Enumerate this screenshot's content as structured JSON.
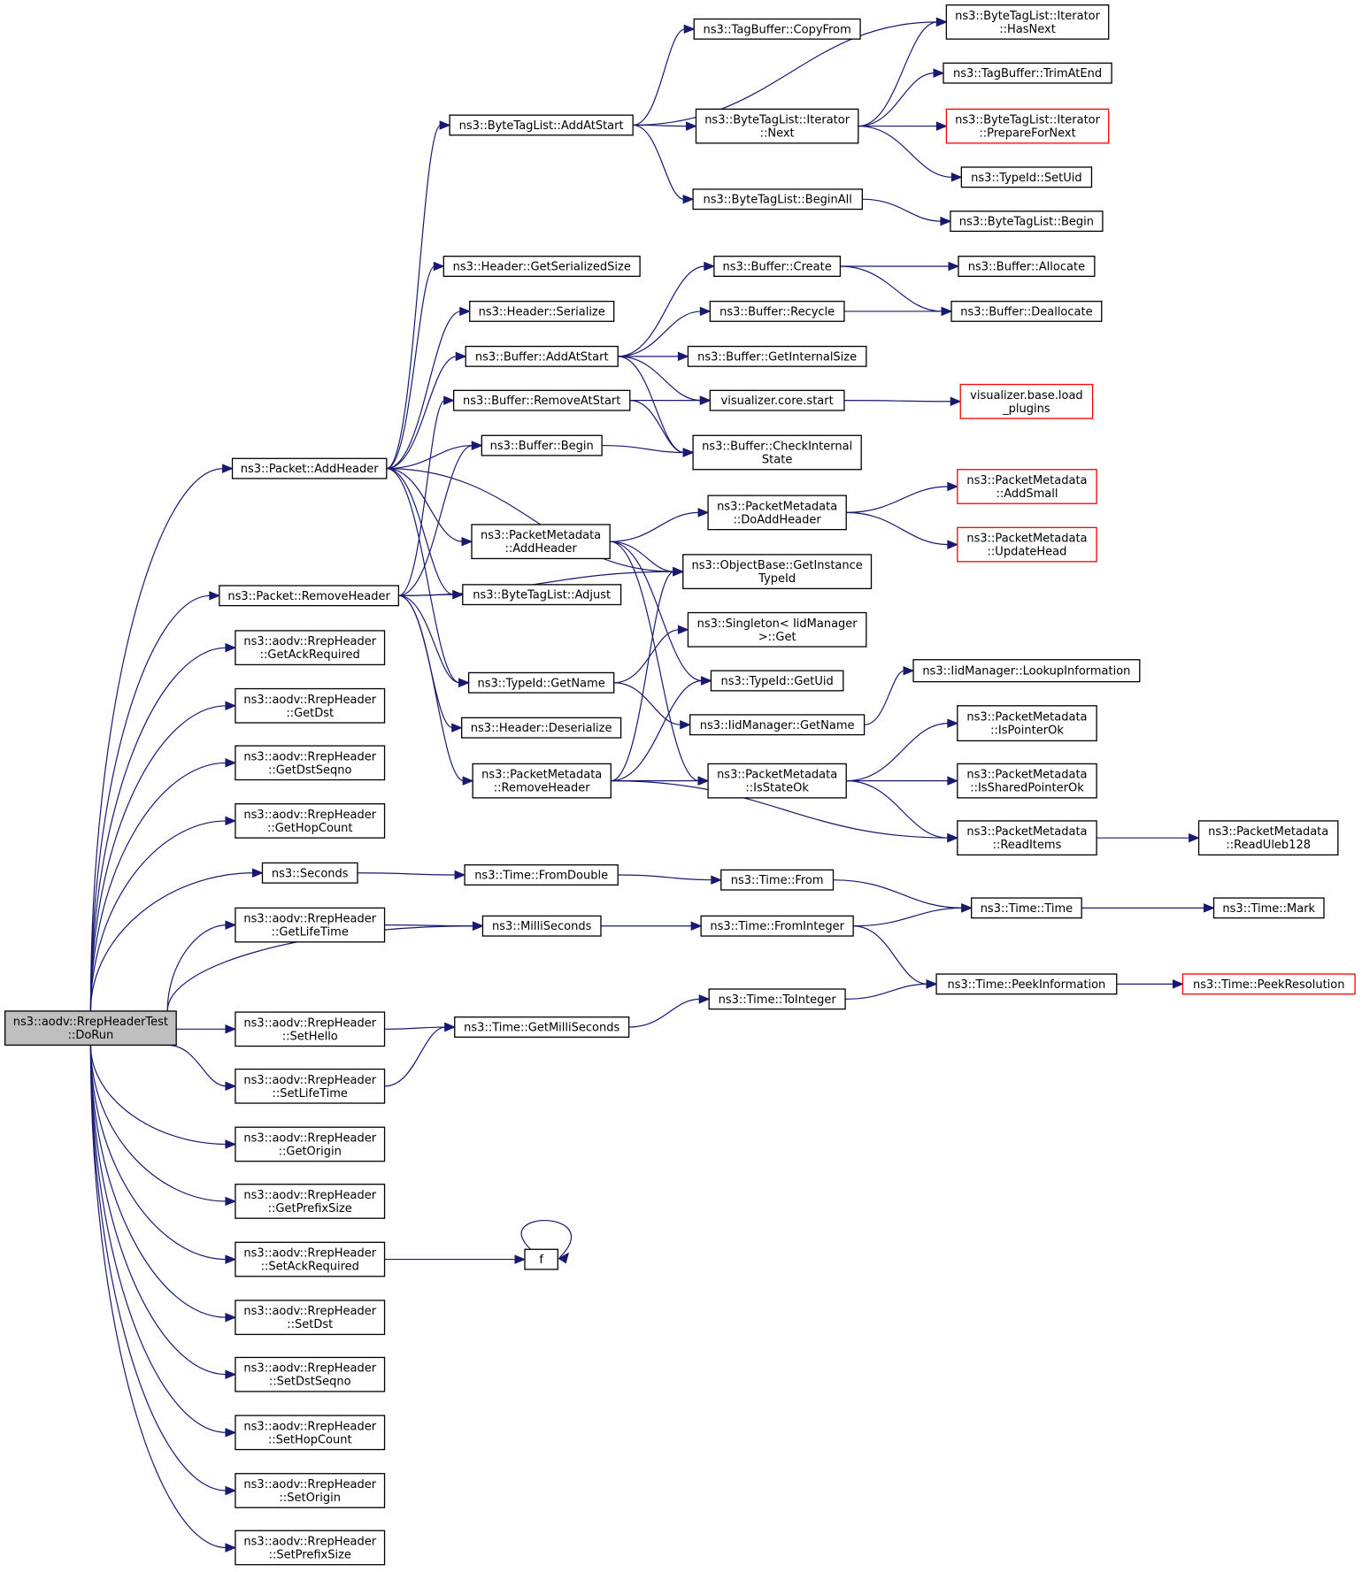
{
  "diagram": {
    "type": "call-graph",
    "colors": {
      "edge": "#191970",
      "node_border": "#000000",
      "truncated_border": "#ff0000",
      "root_fill": "#bfbfbf",
      "node_fill": "#ffffff"
    },
    "nodes": [
      {
        "id": "root",
        "lines": [
          "ns3::aodv::RrepHeaderTest",
          "::DoRun"
        ],
        "kind": "root"
      },
      {
        "id": "packet_addheader",
        "lines": [
          "ns3::Packet::AddHeader"
        ]
      },
      {
        "id": "packet_removeheader",
        "lines": [
          "ns3::Packet::RemoveHeader"
        ]
      },
      {
        "id": "rrep_getackrequired",
        "lines": [
          "ns3::aodv::RrepHeader",
          "::GetAckRequired"
        ]
      },
      {
        "id": "rrep_getdst",
        "lines": [
          "ns3::aodv::RrepHeader",
          "::GetDst"
        ]
      },
      {
        "id": "rrep_getdstseqno",
        "lines": [
          "ns3::aodv::RrepHeader",
          "::GetDstSeqno"
        ]
      },
      {
        "id": "rrep_gethopcount",
        "lines": [
          "ns3::aodv::RrepHeader",
          "::GetHopCount"
        ]
      },
      {
        "id": "seconds",
        "lines": [
          "ns3::Seconds"
        ]
      },
      {
        "id": "rrep_getlifetime",
        "lines": [
          "ns3::aodv::RrepHeader",
          "::GetLifeTime"
        ]
      },
      {
        "id": "rrep_sethello",
        "lines": [
          "ns3::aodv::RrepHeader",
          "::SetHello"
        ]
      },
      {
        "id": "rrep_setlifetime",
        "lines": [
          "ns3::aodv::RrepHeader",
          "::SetLifeTime"
        ]
      },
      {
        "id": "rrep_getorigin",
        "lines": [
          "ns3::aodv::RrepHeader",
          "::GetOrigin"
        ]
      },
      {
        "id": "rrep_getprefixsize",
        "lines": [
          "ns3::aodv::RrepHeader",
          "::GetPrefixSize"
        ]
      },
      {
        "id": "rrep_setackrequired",
        "lines": [
          "ns3::aodv::RrepHeader",
          "::SetAckRequired"
        ]
      },
      {
        "id": "rrep_setdst",
        "lines": [
          "ns3::aodv::RrepHeader",
          "::SetDst"
        ]
      },
      {
        "id": "rrep_setdstseqno",
        "lines": [
          "ns3::aodv::RrepHeader",
          "::SetDstSeqno"
        ]
      },
      {
        "id": "rrep_sethopcount",
        "lines": [
          "ns3::aodv::RrepHeader",
          "::SetHopCount"
        ]
      },
      {
        "id": "rrep_setorigin",
        "lines": [
          "ns3::aodv::RrepHeader",
          "::SetOrigin"
        ]
      },
      {
        "id": "rrep_setprefixsize",
        "lines": [
          "ns3::aodv::RrepHeader",
          "::SetPrefixSize"
        ]
      },
      {
        "id": "bytetaglist_addatstart",
        "lines": [
          "ns3::ByteTagList::AddAtStart"
        ]
      },
      {
        "id": "header_getserializedsize",
        "lines": [
          "ns3::Header::GetSerializedSize"
        ]
      },
      {
        "id": "header_serialize",
        "lines": [
          "ns3::Header::Serialize"
        ]
      },
      {
        "id": "buffer_addatstart",
        "lines": [
          "ns3::Buffer::AddAtStart"
        ]
      },
      {
        "id": "buffer_removeatstart",
        "lines": [
          "ns3::Buffer::RemoveAtStart"
        ]
      },
      {
        "id": "buffer_begin",
        "lines": [
          "ns3::Buffer::Begin"
        ]
      },
      {
        "id": "pm_addheader",
        "lines": [
          "ns3::PacketMetadata",
          "::AddHeader"
        ]
      },
      {
        "id": "bytetaglist_adjust",
        "lines": [
          "ns3::ByteTagList::Adjust"
        ]
      },
      {
        "id": "typeid_getname",
        "lines": [
          "ns3::TypeId::GetName"
        ]
      },
      {
        "id": "header_deserialize",
        "lines": [
          "ns3::Header::Deserialize"
        ]
      },
      {
        "id": "pm_removeheader",
        "lines": [
          "ns3::PacketMetadata",
          "::RemoveHeader"
        ]
      },
      {
        "id": "time_fromdouble",
        "lines": [
          "ns3::Time::FromDouble"
        ]
      },
      {
        "id": "milliseconds",
        "lines": [
          "ns3::MilliSeconds"
        ]
      },
      {
        "id": "time_getmilliseconds",
        "lines": [
          "ns3::Time::GetMilliSeconds"
        ]
      },
      {
        "id": "f",
        "lines": [
          "f"
        ]
      },
      {
        "id": "tagbuffer_copyfrom",
        "lines": [
          "ns3::TagBuffer::CopyFrom"
        ]
      },
      {
        "id": "btl_iterator_next",
        "lines": [
          "ns3::ByteTagList::Iterator",
          "::Next"
        ]
      },
      {
        "id": "btl_beginall",
        "lines": [
          "ns3::ByteTagList::BeginAll"
        ]
      },
      {
        "id": "buffer_create",
        "lines": [
          "ns3::Buffer::Create"
        ]
      },
      {
        "id": "buffer_recycle",
        "lines": [
          "ns3::Buffer::Recycle"
        ]
      },
      {
        "id": "buffer_getinternalsize",
        "lines": [
          "ns3::Buffer::GetInternalSize"
        ]
      },
      {
        "id": "visualizer_core_start",
        "lines": [
          "visualizer.core.start"
        ]
      },
      {
        "id": "buffer_checkinternalstate",
        "lines": [
          "ns3::Buffer::CheckInternal",
          "State"
        ]
      },
      {
        "id": "pm_doaddheader",
        "lines": [
          "ns3::PacketMetadata",
          "::DoAddHeader"
        ]
      },
      {
        "id": "objectbase_getinstancetypeid",
        "lines": [
          "ns3::ObjectBase::GetInstance",
          "TypeId"
        ]
      },
      {
        "id": "singleton_get",
        "lines": [
          "ns3::Singleton< IidManager",
          ">::Get"
        ]
      },
      {
        "id": "typeid_getuid",
        "lines": [
          "ns3::TypeId::GetUid"
        ]
      },
      {
        "id": "iidmanager_getname",
        "lines": [
          "ns3::IidManager::GetName"
        ]
      },
      {
        "id": "pm_isstateok",
        "lines": [
          "ns3::PacketMetadata",
          "::IsStateOk"
        ]
      },
      {
        "id": "time_from",
        "lines": [
          "ns3::Time::From"
        ]
      },
      {
        "id": "time_frominteger",
        "lines": [
          "ns3::Time::FromInteger"
        ]
      },
      {
        "id": "time_tointeger",
        "lines": [
          "ns3::Time::ToInteger"
        ]
      },
      {
        "id": "btl_iterator_hasnext",
        "lines": [
          "ns3::ByteTagList::Iterator",
          "::HasNext"
        ]
      },
      {
        "id": "tagbuffer_trimatend",
        "lines": [
          "ns3::TagBuffer::TrimAtEnd"
        ]
      },
      {
        "id": "btl_iterator_preparefornext",
        "lines": [
          "ns3::ByteTagList::Iterator",
          "::PrepareForNext"
        ],
        "kind": "truncated"
      },
      {
        "id": "typeid_setuid",
        "lines": [
          "ns3::TypeId::SetUid"
        ]
      },
      {
        "id": "bytetaglist_begin",
        "lines": [
          "ns3::ByteTagList::Begin"
        ]
      },
      {
        "id": "buffer_allocate",
        "lines": [
          "ns3::Buffer::Allocate"
        ]
      },
      {
        "id": "buffer_deallocate",
        "lines": [
          "ns3::Buffer::Deallocate"
        ]
      },
      {
        "id": "visualizer_base_loadplugins",
        "lines": [
          "visualizer.base.load",
          "_plugins"
        ],
        "kind": "truncated"
      },
      {
        "id": "pm_addsmall",
        "lines": [
          "ns3::PacketMetadata",
          "::AddSmall"
        ],
        "kind": "truncated"
      },
      {
        "id": "pm_updatehead",
        "lines": [
          "ns3::PacketMetadata",
          "::UpdateHead"
        ],
        "kind": "truncated"
      },
      {
        "id": "iidmanager_lookupinformation",
        "lines": [
          "ns3::IidManager::LookupInformation"
        ]
      },
      {
        "id": "pm_ispointerok",
        "lines": [
          "ns3::PacketMetadata",
          "::IsPointerOk"
        ]
      },
      {
        "id": "pm_issharedpointerok",
        "lines": [
          "ns3::PacketMetadata",
          "::IsSharedPointerOk"
        ]
      },
      {
        "id": "pm_readitems",
        "lines": [
          "ns3::PacketMetadata",
          "::ReadItems"
        ]
      },
      {
        "id": "time_time",
        "lines": [
          "ns3::Time::Time"
        ]
      },
      {
        "id": "time_peekinformation",
        "lines": [
          "ns3::Time::PeekInformation"
        ]
      },
      {
        "id": "pm_readuleb128",
        "lines": [
          "ns3::PacketMetadata",
          "::ReadUleb128"
        ]
      },
      {
        "id": "time_mark",
        "lines": [
          "ns3::Time::Mark"
        ]
      },
      {
        "id": "time_peekresolution",
        "lines": [
          "ns3::Time::PeekResolution"
        ],
        "kind": "truncated"
      }
    ],
    "edges": [
      [
        "root",
        "packet_addheader"
      ],
      [
        "root",
        "packet_removeheader"
      ],
      [
        "root",
        "rrep_getackrequired"
      ],
      [
        "root",
        "rrep_getdst"
      ],
      [
        "root",
        "rrep_getdstseqno"
      ],
      [
        "root",
        "rrep_gethopcount"
      ],
      [
        "root",
        "seconds"
      ],
      [
        "root",
        "rrep_getlifetime"
      ],
      [
        "root",
        "milliseconds"
      ],
      [
        "root",
        "rrep_sethello"
      ],
      [
        "root",
        "rrep_setlifetime"
      ],
      [
        "root",
        "rrep_getorigin"
      ],
      [
        "root",
        "rrep_getprefixsize"
      ],
      [
        "root",
        "rrep_setackrequired"
      ],
      [
        "root",
        "rrep_setdst"
      ],
      [
        "root",
        "rrep_setdstseqno"
      ],
      [
        "root",
        "rrep_sethopcount"
      ],
      [
        "root",
        "rrep_setorigin"
      ],
      [
        "root",
        "rrep_setprefixsize"
      ],
      [
        "packet_addheader",
        "bytetaglist_addatstart"
      ],
      [
        "packet_addheader",
        "header_getserializedsize"
      ],
      [
        "packet_addheader",
        "header_serialize"
      ],
      [
        "packet_addheader",
        "buffer_addatstart"
      ],
      [
        "packet_addheader",
        "buffer_begin"
      ],
      [
        "packet_addheader",
        "pm_addheader"
      ],
      [
        "packet_addheader",
        "bytetaglist_adjust"
      ],
      [
        "packet_addheader",
        "typeid_getname"
      ],
      [
        "packet_addheader",
        "objectbase_getinstancetypeid"
      ],
      [
        "packet_removeheader",
        "buffer_removeatstart"
      ],
      [
        "packet_removeheader",
        "buffer_begin"
      ],
      [
        "packet_removeheader",
        "bytetaglist_adjust"
      ],
      [
        "packet_removeheader",
        "typeid_getname"
      ],
      [
        "packet_removeheader",
        "header_deserialize"
      ],
      [
        "packet_removeheader",
        "pm_removeheader"
      ],
      [
        "packet_removeheader",
        "objectbase_getinstancetypeid"
      ],
      [
        "seconds",
        "time_fromdouble"
      ],
      [
        "rrep_getlifetime",
        "milliseconds"
      ],
      [
        "rrep_sethello",
        "time_getmilliseconds"
      ],
      [
        "rrep_setlifetime",
        "time_getmilliseconds"
      ],
      [
        "rrep_setackrequired",
        "f"
      ],
      [
        "f",
        "f"
      ],
      [
        "bytetaglist_addatstart",
        "tagbuffer_copyfrom"
      ],
      [
        "bytetaglist_addatstart",
        "btl_iterator_hasnext"
      ],
      [
        "bytetaglist_addatstart",
        "btl_iterator_next"
      ],
      [
        "bytetaglist_addatstart",
        "btl_beginall"
      ],
      [
        "buffer_addatstart",
        "buffer_create"
      ],
      [
        "buffer_addatstart",
        "buffer_recycle"
      ],
      [
        "buffer_addatstart",
        "buffer_getinternalsize"
      ],
      [
        "buffer_addatstart",
        "visualizer_core_start"
      ],
      [
        "buffer_addatstart",
        "buffer_checkinternalstate"
      ],
      [
        "buffer_removeatstart",
        "visualizer_core_start"
      ],
      [
        "buffer_removeatstart",
        "buffer_checkinternalstate"
      ],
      [
        "buffer_begin",
        "buffer_checkinternalstate"
      ],
      [
        "pm_addheader",
        "pm_doaddheader"
      ],
      [
        "pm_addheader",
        "objectbase_getinstancetypeid"
      ],
      [
        "pm_addheader",
        "typeid_getuid"
      ],
      [
        "pm_addheader",
        "pm_isstateok"
      ],
      [
        "typeid_getname",
        "singleton_get"
      ],
      [
        "typeid_getname",
        "iidmanager_getname"
      ],
      [
        "pm_removeheader",
        "objectbase_getinstancetypeid"
      ],
      [
        "pm_removeheader",
        "typeid_getuid"
      ],
      [
        "pm_removeheader",
        "pm_isstateok"
      ],
      [
        "pm_removeheader",
        "pm_readitems"
      ],
      [
        "time_fromdouble",
        "time_from"
      ],
      [
        "milliseconds",
        "time_frominteger"
      ],
      [
        "time_getmilliseconds",
        "time_tointeger"
      ],
      [
        "btl_iterator_next",
        "btl_iterator_hasnext"
      ],
      [
        "btl_iterator_next",
        "tagbuffer_trimatend"
      ],
      [
        "btl_iterator_next",
        "btl_iterator_preparefornext"
      ],
      [
        "btl_iterator_next",
        "typeid_setuid"
      ],
      [
        "btl_beginall",
        "bytetaglist_begin"
      ],
      [
        "buffer_create",
        "buffer_allocate"
      ],
      [
        "buffer_create",
        "buffer_deallocate"
      ],
      [
        "buffer_recycle",
        "buffer_deallocate"
      ],
      [
        "visualizer_core_start",
        "visualizer_base_loadplugins"
      ],
      [
        "pm_doaddheader",
        "pm_addsmall"
      ],
      [
        "pm_doaddheader",
        "pm_updatehead"
      ],
      [
        "iidmanager_getname",
        "iidmanager_lookupinformation"
      ],
      [
        "pm_isstateok",
        "pm_ispointerok"
      ],
      [
        "pm_isstateok",
        "pm_issharedpointerok"
      ],
      [
        "pm_isstateok",
        "pm_readitems"
      ],
      [
        "time_from",
        "time_time"
      ],
      [
        "time_frominteger",
        "time_time"
      ],
      [
        "time_frominteger",
        "time_peekinformation"
      ],
      [
        "time_tointeger",
        "time_peekinformation"
      ],
      [
        "pm_readitems",
        "pm_readuleb128"
      ],
      [
        "time_time",
        "time_mark"
      ],
      [
        "time_peekinformation",
        "time_peekresolution"
      ]
    ]
  }
}
